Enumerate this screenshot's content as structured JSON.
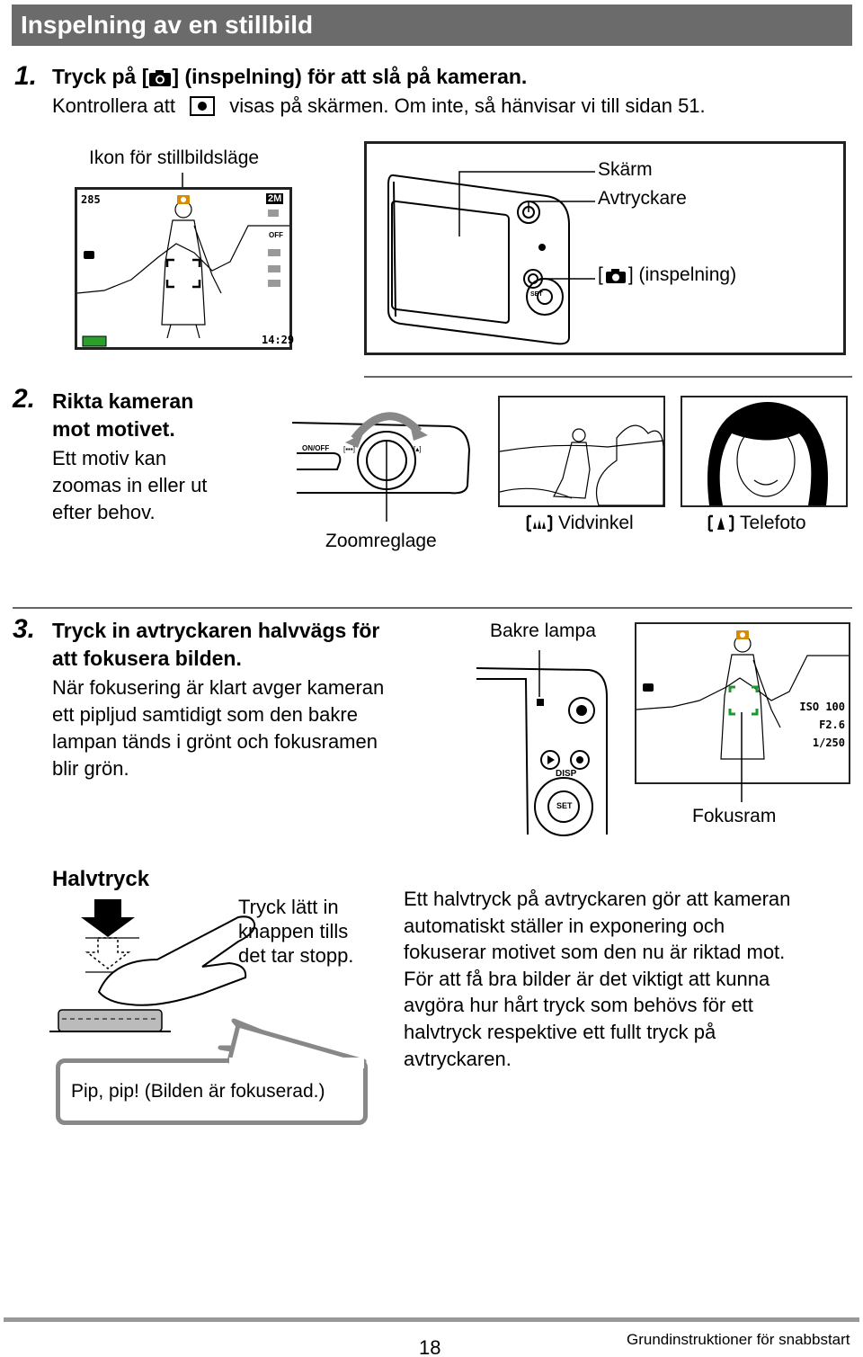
{
  "header": {
    "title": "Inspelning av en stillbild"
  },
  "step1": {
    "number": "1.",
    "head_pre": "Tryck på [",
    "head_post": "] (inspelning) för att slå på kameran.",
    "sub_pre": "Kontrollera att",
    "sub_post": "visas på skärmen. Om inte, så hänvisar vi till sidan 51.",
    "label_icon": "Ikon för stillbildsläge",
    "lcd": {
      "shots": "285",
      "size": "2M",
      "time": "14:29",
      "off": "OFF"
    },
    "labels": {
      "screen": "Skärm",
      "shutter": "Avtryckare",
      "rec_pre": "[",
      "rec_post": "] (inspelning)"
    },
    "cam_text": {
      "set": "SET"
    }
  },
  "step2": {
    "number": "2.",
    "head_lines": [
      "Rikta kameran",
      "mot motivet."
    ],
    "sub_lines": [
      "Ett motiv kan",
      "zoomas in eller ut",
      "efter behov."
    ],
    "zoom_label": "Zoomreglage",
    "cam_text": {
      "onoff": "ON/OFF"
    },
    "wide_label": "Vidvinkel",
    "tele_label": "Telefoto"
  },
  "step3": {
    "number": "3.",
    "head_lines": [
      "Tryck in avtryckaren halvvägs för",
      "att fokusera bilden."
    ],
    "sub_lines": [
      "När fokusering är klart avger kameran",
      "ett pipljud samtidigt som den bakre",
      "lampan tänds i grönt och fokusramen",
      "blir grön."
    ],
    "back_lamp_label": "Bakre lampa",
    "focus_label": "Fokusram",
    "cam_text": {
      "disp": "DISP",
      "set": "SET"
    },
    "lcd": {
      "iso": "ISO 100",
      "f": "F2.6",
      "shutter": "1/250"
    }
  },
  "halfpress": {
    "title": "Halvtryck",
    "hint_lines": [
      "Tryck lätt in",
      "knappen tills",
      "det tar stopp."
    ],
    "bubble": "Pip, pip! (Bilden är fokuserad.)",
    "desc_lines": [
      "Ett halvtryck på avtryckaren gör att kameran",
      "automatiskt ställer in exponering och",
      "fokuserar motivet som den nu är riktad mot.",
      "För att få bra bilder är det viktigt att kunna",
      "avgöra hur hårt tryck som behövs för ett",
      "halvtryck respektive ett fullt tryck på",
      "avtryckaren."
    ]
  },
  "footer": {
    "page": "18",
    "section": "Grundinstruktioner för snabbstart"
  },
  "colors": {
    "title_bg": "#6b6b6b",
    "focus_green": "#1a9a2a",
    "battery_green": "#2aa02a",
    "bubble_border": "#888888"
  }
}
